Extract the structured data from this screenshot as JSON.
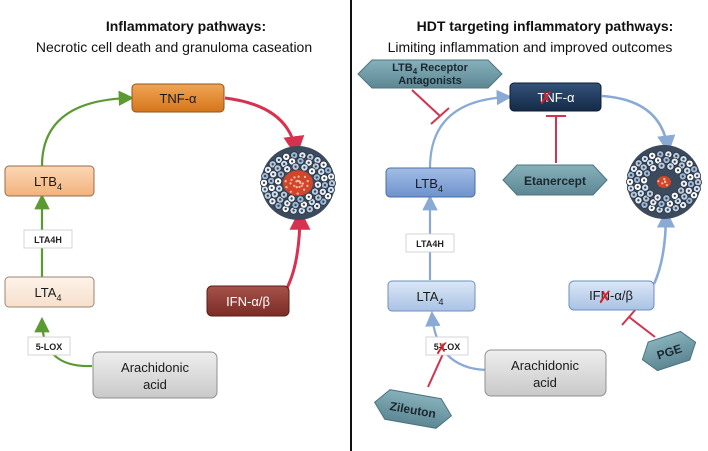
{
  "left_panel": {
    "title": "Inflammatory pathways:",
    "subtitle": "Necrotic cell death and granuloma caseation",
    "nodes": {
      "tnf": "TNF-α",
      "ltb4_main": "LTB",
      "ltb4_sub": "4",
      "lta4h": "LTA4H",
      "lta4_main": "LTA",
      "lta4_sub": "4",
      "five_lox": "5-LOX",
      "arach_line1": "Arachidonic",
      "arach_line2": "acid",
      "ifn": "IFN-α/β"
    }
  },
  "right_panel": {
    "title": "HDT targeting inflammatory pathways:",
    "subtitle": "Limiting  inflammation and improved outcomes",
    "nodes": {
      "tnf": "TNF-α",
      "ltb4_main": "LTB",
      "ltb4_sub": "4",
      "lta4h": "LTA4H",
      "lta4_main": "LTA",
      "lta4_sub": "4",
      "five_lox": "5-LOX",
      "arach_line1": "Arachidonic",
      "arach_line2": "acid",
      "ifn": "IFN-α/β"
    },
    "drugs": {
      "ltb4_receptor_line1_main": "LTB",
      "ltb4_receptor_line1_sub": "4",
      "ltb4_receptor_line1_rest": " Receptor",
      "ltb4_receptor_line2": "Antagonists",
      "etanercept": "Etanercept",
      "zileuton": "Zileuton",
      "pge": "PGE"
    },
    "blocked_mark": "✗"
  },
  "colors": {
    "green_arrow": "#5b9a32",
    "red_arrow": "#d7314f",
    "blue_arrow": "#8aaad6",
    "inhibit": "#d2334e",
    "tnf_fill": "#e0862a",
    "ltb4_fill": "#f7c49a",
    "lta4_fill": "#fbe9dc",
    "arach_fill": "#d9d9d9",
    "ifn_left_fill": "#923c33",
    "tnf_right_fill": "#1f3a5f",
    "blue_dark": "#7d9fd4",
    "blue_light": "#aec6e7",
    "ifn_right_fill": "#aec6e7",
    "drug_fill": "#6f9ba6"
  }
}
